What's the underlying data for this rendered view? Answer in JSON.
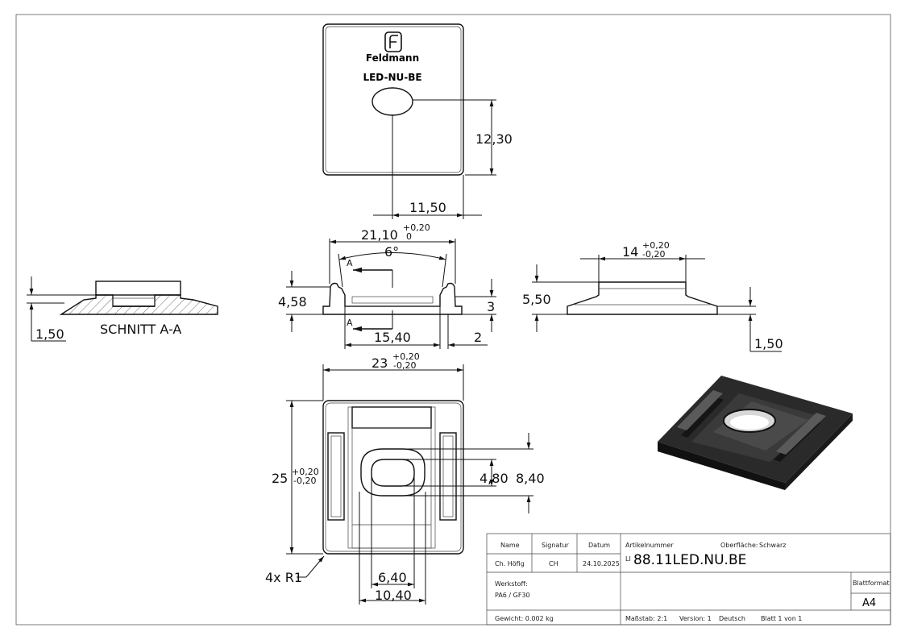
{
  "logo": {
    "brand": "Feldmann",
    "product_code": "LED-NU-BE"
  },
  "dims": {
    "top_height": "12,30",
    "top_width": "11,50",
    "front_width": "21,10",
    "front_width_tol_up": "+0,20",
    "front_width_tol_low": "0",
    "angle": "6°",
    "section_mark_a_top": "A",
    "section_mark_a_bottom": "A",
    "front_left_height": "4,58",
    "front_right_height": "3",
    "front_inner_width": "15,40",
    "front_right_small": "2",
    "side_width": "14",
    "side_width_tol_up": "+0,20",
    "side_width_tol_low": "-0,20",
    "side_height": "5,50",
    "side_base": "1,50",
    "section_base": "1,50",
    "section_label": "SCHNITT A-A",
    "bottom_width": "23",
    "bottom_width_tol_up": "+0,20",
    "bottom_width_tol_low": "-0,20",
    "bottom_height": "25",
    "bottom_height_tol_up": "+0,20",
    "bottom_height_tol_low": "-0,20",
    "hole_h": "4,80",
    "outer_h": "8,40",
    "hole_w": "6,40",
    "outer_w": "10,40",
    "radius": "4x R1"
  },
  "title_block": {
    "h_name": "Name",
    "h_sig": "Signatur",
    "h_date": "Datum",
    "name": "Ch. Höfig",
    "sig": "CH",
    "date": "24.10.2025",
    "article_label": "Artikelnummer",
    "surface_label": "Oberfläche:",
    "surface": "Schwarz",
    "article_prefix": "LI",
    "article": "88.11LED.NU.BE",
    "material_label": "Werkstoff:",
    "material": "PA6 / GF30",
    "format_label": "Blattformat",
    "format": "A4",
    "weight": "Gewicht: 0.002 kg",
    "scale": "Maßstab: 2:1",
    "version": "Version: 1",
    "language": "Deutsch",
    "sheet": "Blatt 1 von 1"
  }
}
